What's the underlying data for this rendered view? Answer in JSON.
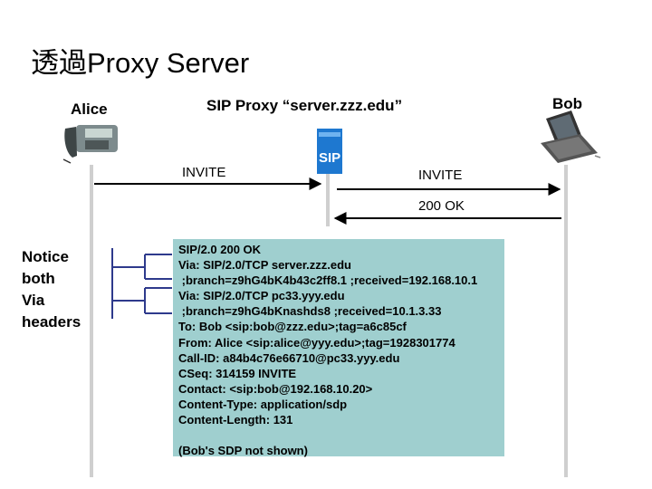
{
  "title": "透過Proxy Server",
  "participants": {
    "alice": "Alice",
    "proxy": "SIP Proxy “server.zzz.edu”",
    "bob": "Bob",
    "proxy_logo": "SIP"
  },
  "messages": {
    "invite_1": "INVITE",
    "invite_2": "INVITE",
    "ok_200": "200 OK"
  },
  "notice": [
    "Notice",
    "both",
    "Via",
    "headers"
  ],
  "sip_message": [
    "SIP/2.0 200 OK",
    "Via: SIP/2.0/TCP server.zzz.edu",
    " ;branch=z9hG4bK4b43c2ff8.1 ;received=192.168.10.1",
    "Via: SIP/2.0/TCP pc33.yyy.edu",
    " ;branch=z9hG4bKnashds8 ;received=10.1.3.33",
    "To: Bob <sip:bob@zzz.edu>;tag=a6c85cf",
    "From: Alice <sip:alice@yyy.edu>;tag=1928301774",
    "Call-ID: a84b4c76e66710@pc33.yyy.edu",
    "CSeq: 314159 INVITE",
    "Contact: <sip:bob@192.168.10.20>",
    "Content-Type: application/sdp",
    "Content-Length: 131",
    "",
    "(Bob's SDP not shown)"
  ],
  "colors": {
    "lifeline": "#cfcfcf",
    "arrow": "#000000",
    "box_bg": "#9fcfcf",
    "server_blue": "#1e78d0"
  }
}
